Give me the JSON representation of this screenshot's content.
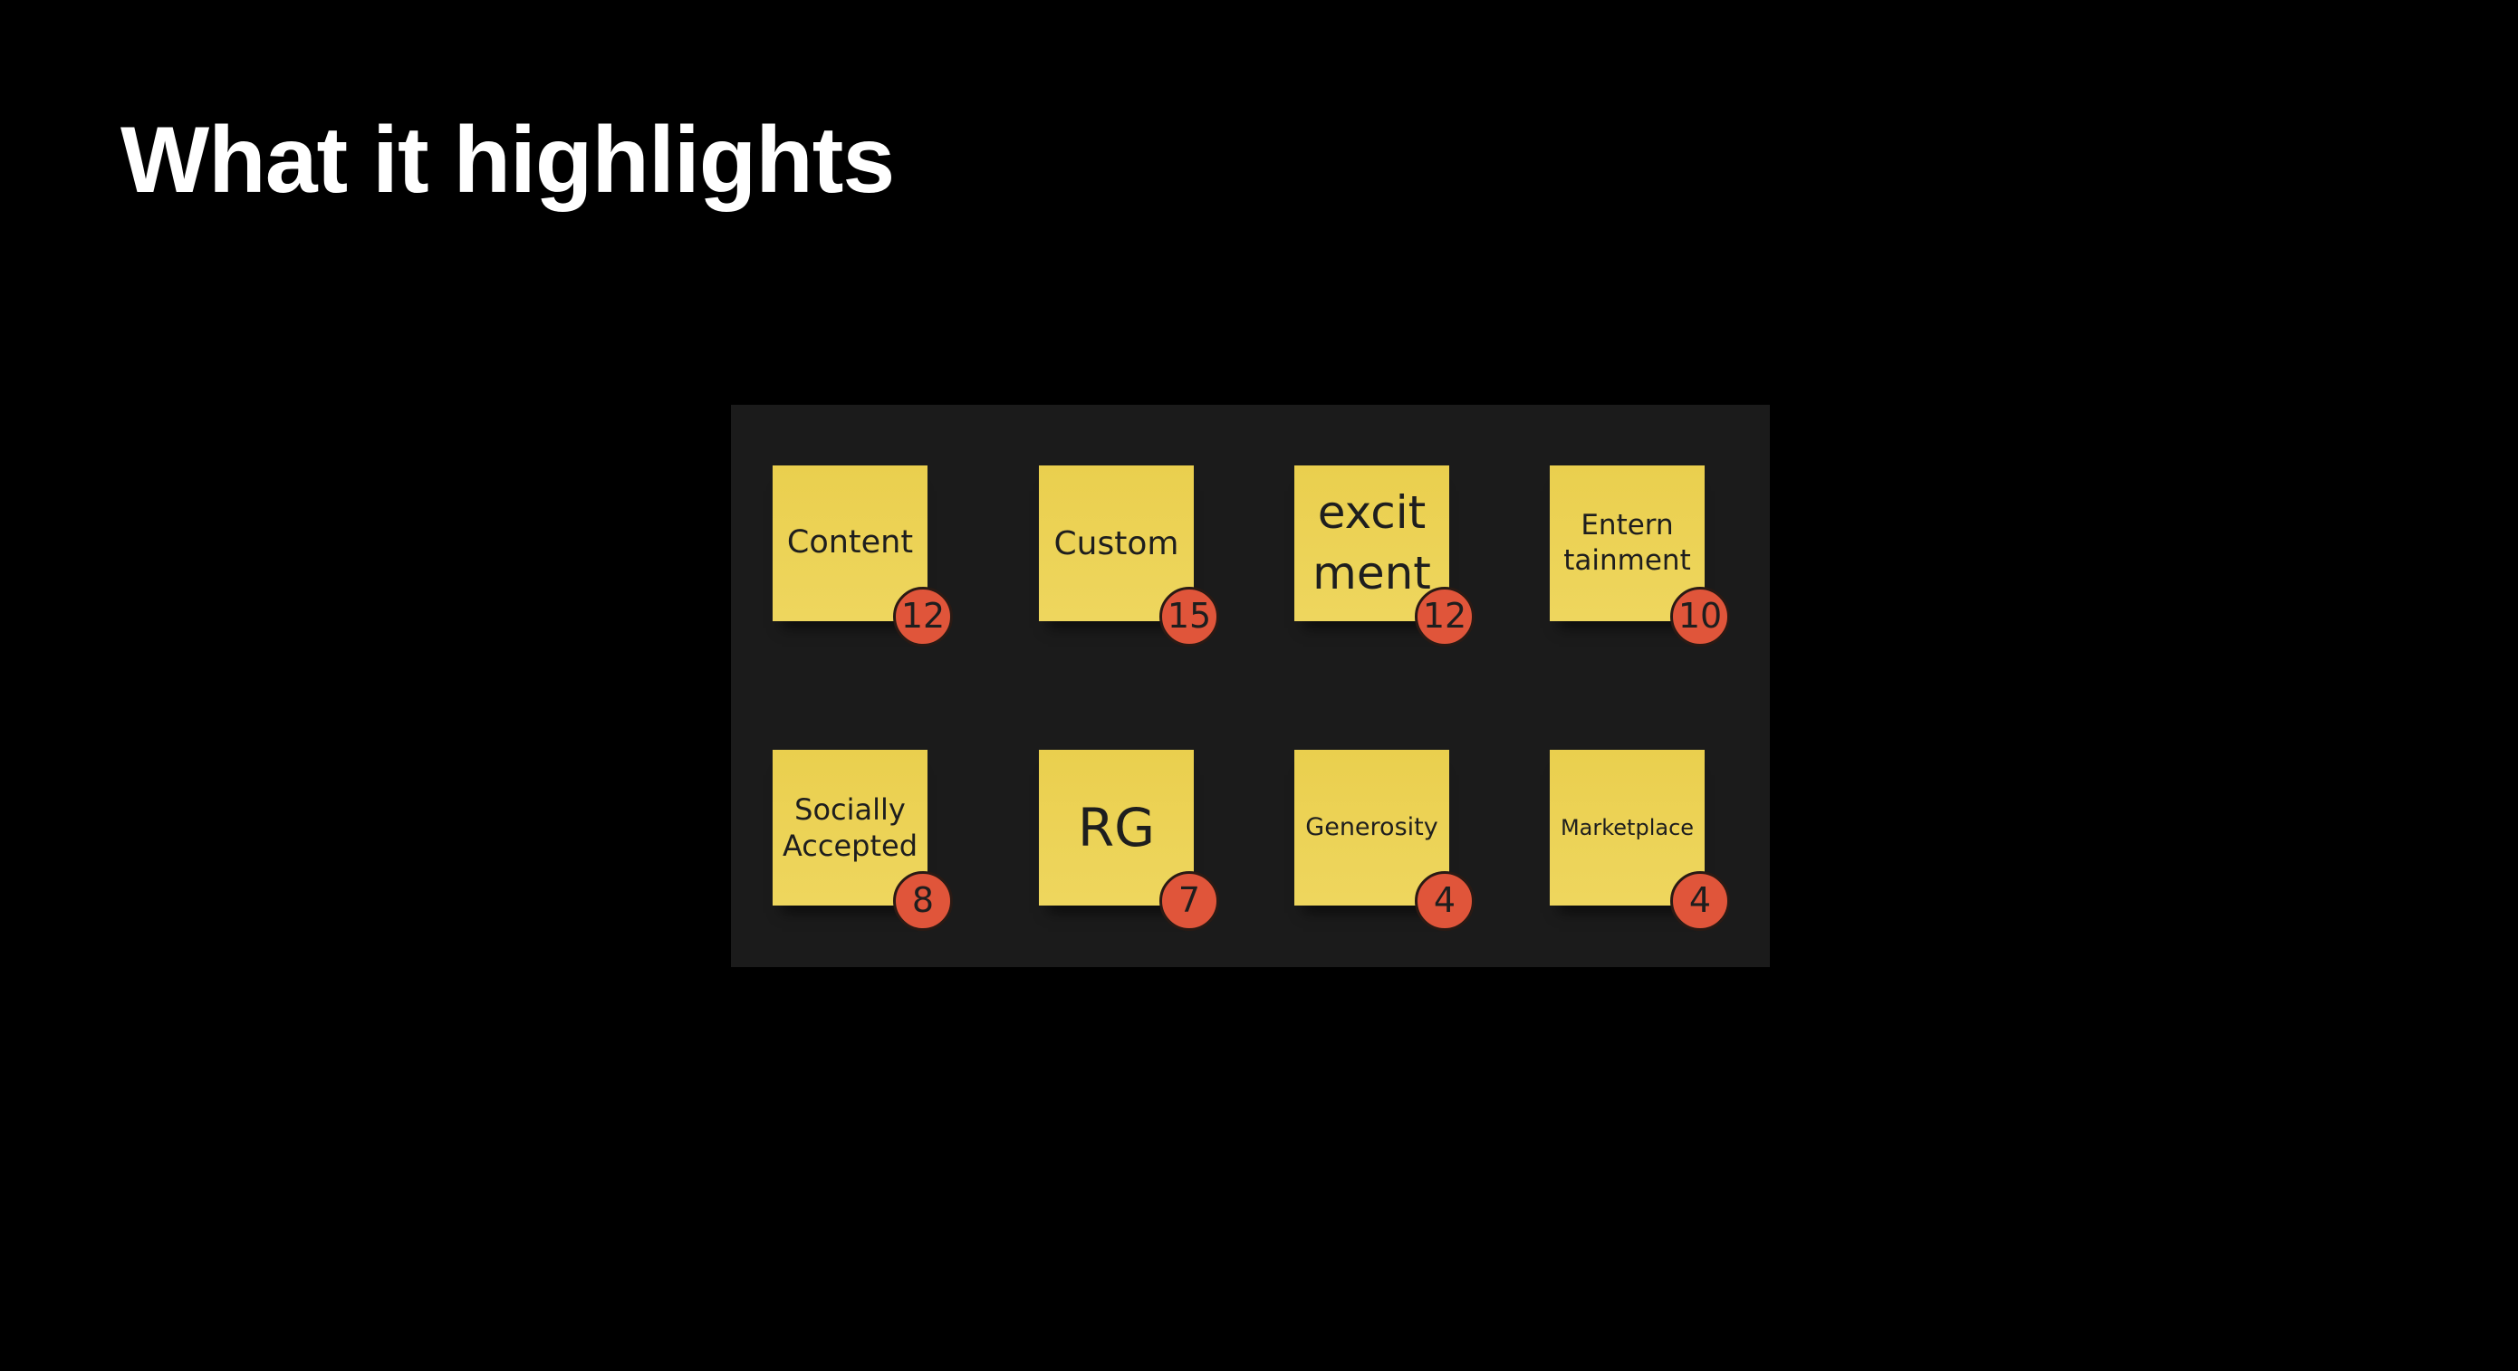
{
  "slide": {
    "title": "What it highlights"
  },
  "notes": [
    {
      "label": "Content",
      "count": "12"
    },
    {
      "label": "Custom",
      "count": "15"
    },
    {
      "label": "excit\nment",
      "count": "12"
    },
    {
      "label": "Entern\ntainment",
      "count": "10"
    },
    {
      "label": "Socially\nAccepted",
      "count": "8"
    },
    {
      "label": "RG",
      "count": "7"
    },
    {
      "label": "Generosity",
      "count": "4"
    },
    {
      "label": "Marketplace",
      "count": "4"
    }
  ],
  "colors": {
    "note": "#ecd254",
    "badge": "#e0553a",
    "panel": "#1b1b1b"
  }
}
